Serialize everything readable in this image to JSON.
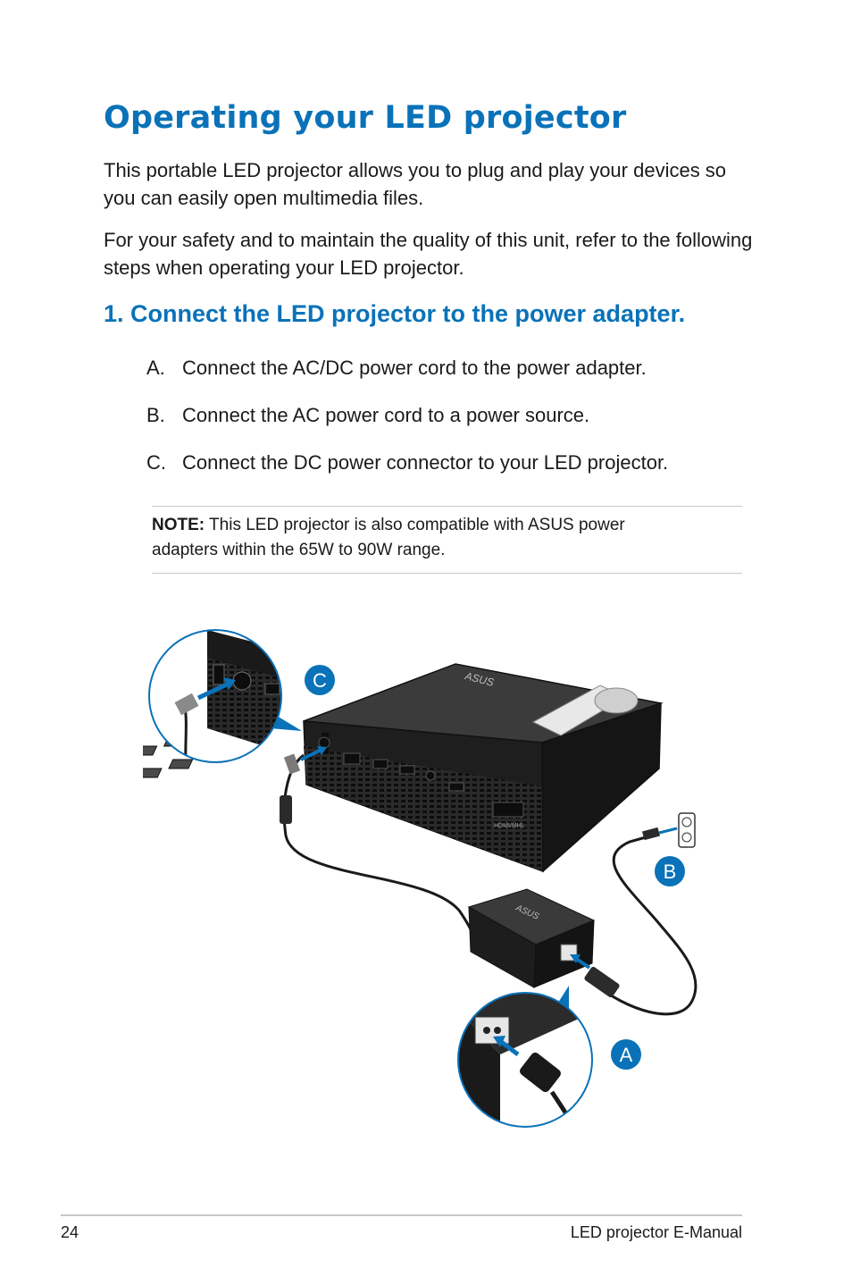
{
  "page": {
    "title": "Operating your LED projector",
    "intro": "This portable LED projector allows you to plug and play your devices so you can easily open multimedia files.",
    "safety": "For your safety and to maintain the quality of this unit, refer to the following steps when operating your LED projector.",
    "step_heading": "1. Connect the LED projector to the power adapter.",
    "steps": [
      {
        "letter": "A.",
        "text": "Connect the AC/DC power cord to the power adapter."
      },
      {
        "letter": "B.",
        "text": "Connect the AC power cord to a power source."
      },
      {
        "letter": "C.",
        "text": "Connect the DC power connector to your LED projector."
      }
    ],
    "note_label": "NOTE:",
    "note_text": " This LED projector is also compatible with ASUS power adapters within the 65W to 90W range."
  },
  "figure": {
    "callouts": {
      "a": "A",
      "b": "B",
      "c": "C"
    },
    "brand": "ASUS",
    "hdmi_label": "HDMI/MHL",
    "accent_color": "#0a72b8"
  },
  "footer": {
    "page_number": "24",
    "doc_title": "LED projector E-Manual"
  }
}
